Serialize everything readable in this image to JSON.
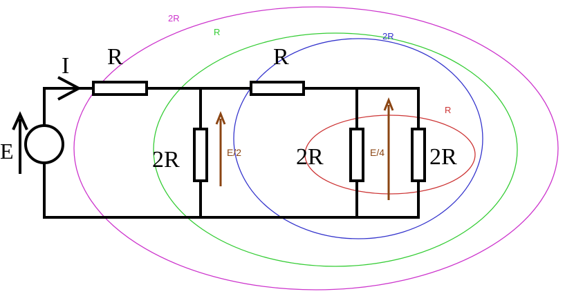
{
  "diagram": {
    "current_label": "I",
    "source_label": "E",
    "top_resistors": [
      "R",
      "R"
    ],
    "shunt_resistors": [
      "2R",
      "2R",
      "2R"
    ],
    "voltage_labels": [
      "E/2",
      "E/4"
    ],
    "loop_labels": [
      {
        "text": "2R",
        "color": "#cc33cc"
      },
      {
        "text": "R",
        "color": "#33cc33"
      },
      {
        "text": "2R",
        "color": "#3333cc"
      },
      {
        "text": "R",
        "color": "#cc3333"
      }
    ],
    "colors": {
      "wire": "#000000",
      "magenta": "#cc33cc",
      "green": "#33cc33",
      "blue": "#3333cc",
      "red": "#cc3333",
      "arrow_brown": "#8b4513"
    }
  }
}
